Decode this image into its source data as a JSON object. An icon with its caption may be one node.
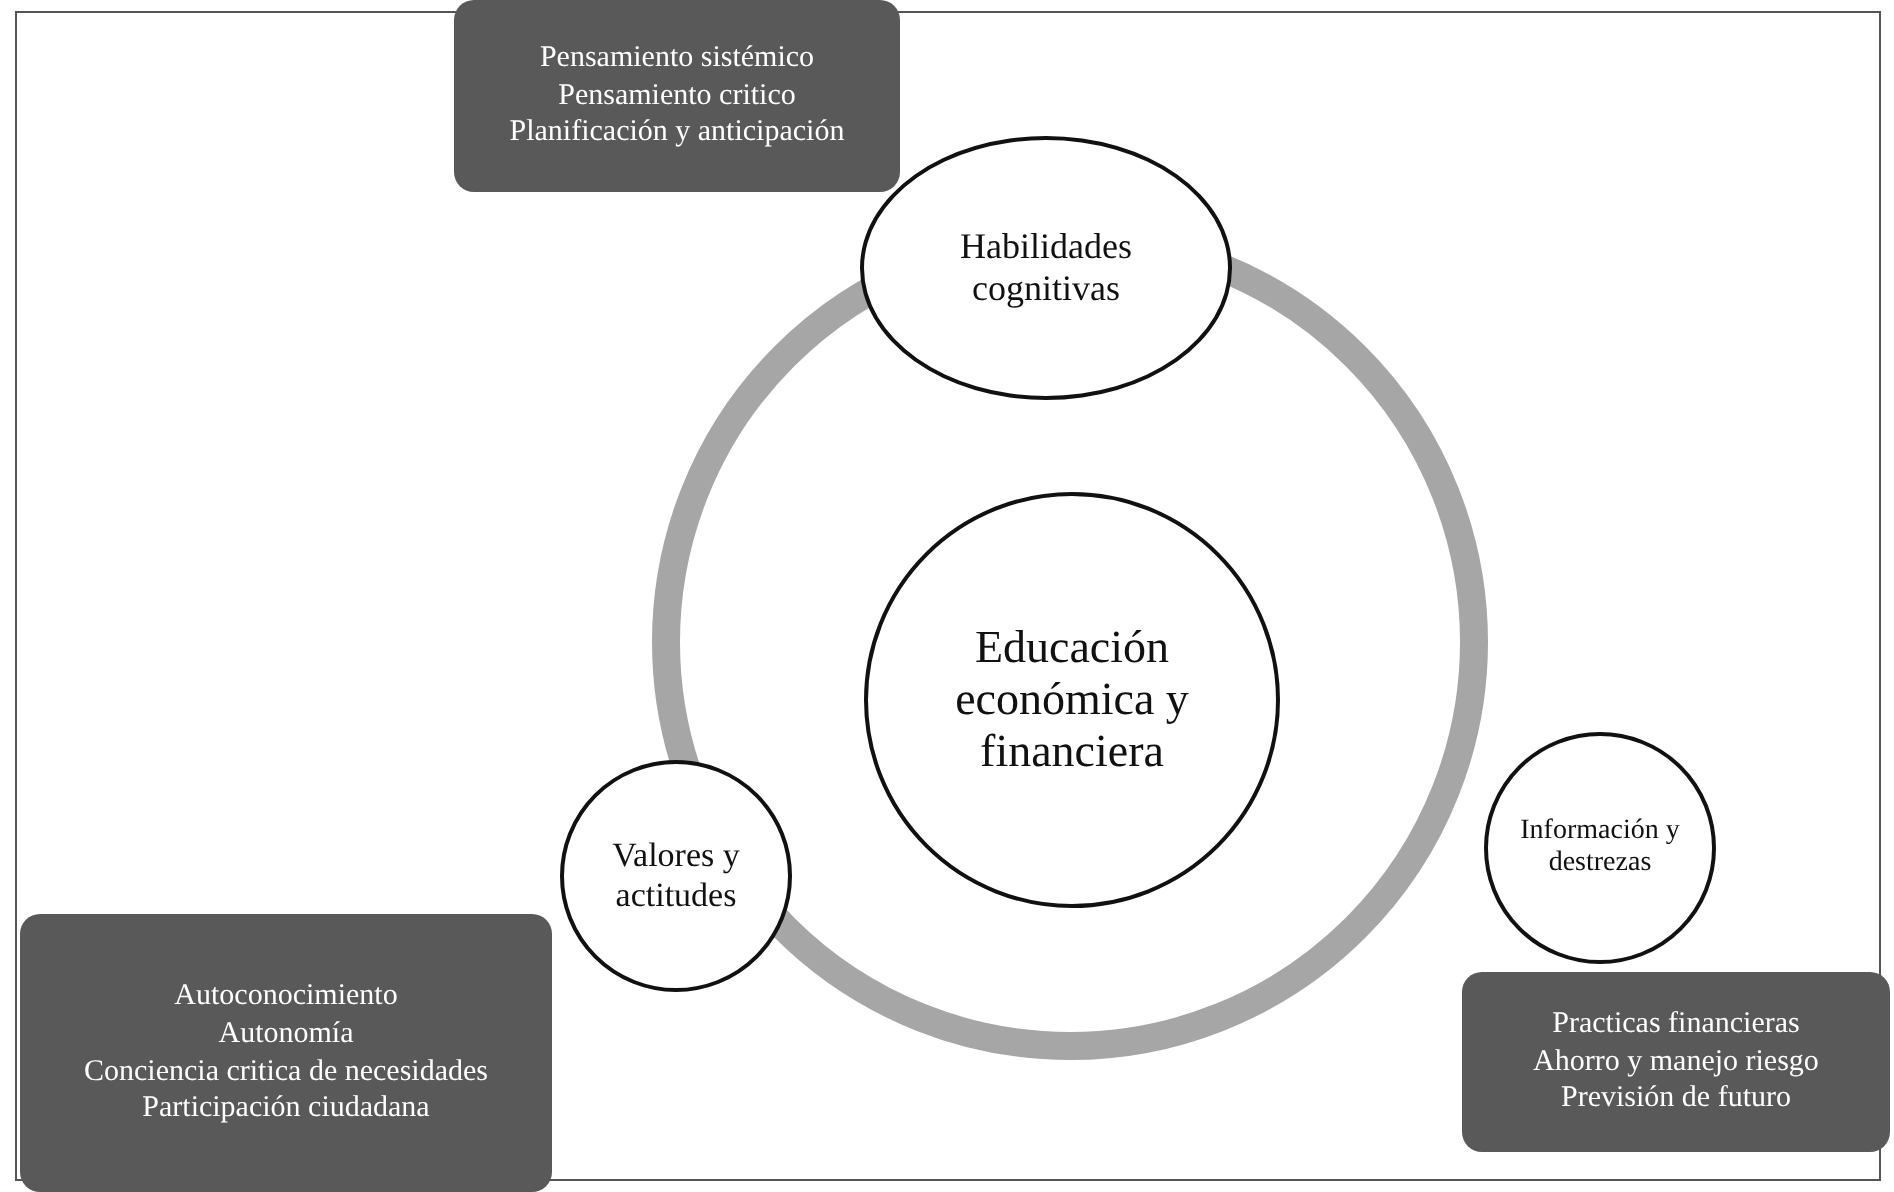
{
  "diagram": {
    "nodes": [
      {
        "text": [
          "Pensamiento sistémico",
          "Pensamiento critico",
          "Planificación  y anticipación"
        ]
      },
      {
        "text": [
          "Habilidades cognitivas"
        ]
      },
      {
        "text": [
          "Educación económica y financiera"
        ]
      },
      {
        "text": [
          "Valores y actitudes"
        ]
      },
      {
        "text": [
          "Información y destrezas"
        ]
      },
      {
        "text": [
          "Autoconocimiento",
          "Autonomía",
          "Conciencia critica  de necesidades",
          "Participación ciudadana"
        ]
      },
      {
        "text": [
          "Practicas financieras",
          "Ahorro y manejo riesgo",
          "Previsión  de futuro"
        ]
      }
    ]
  }
}
